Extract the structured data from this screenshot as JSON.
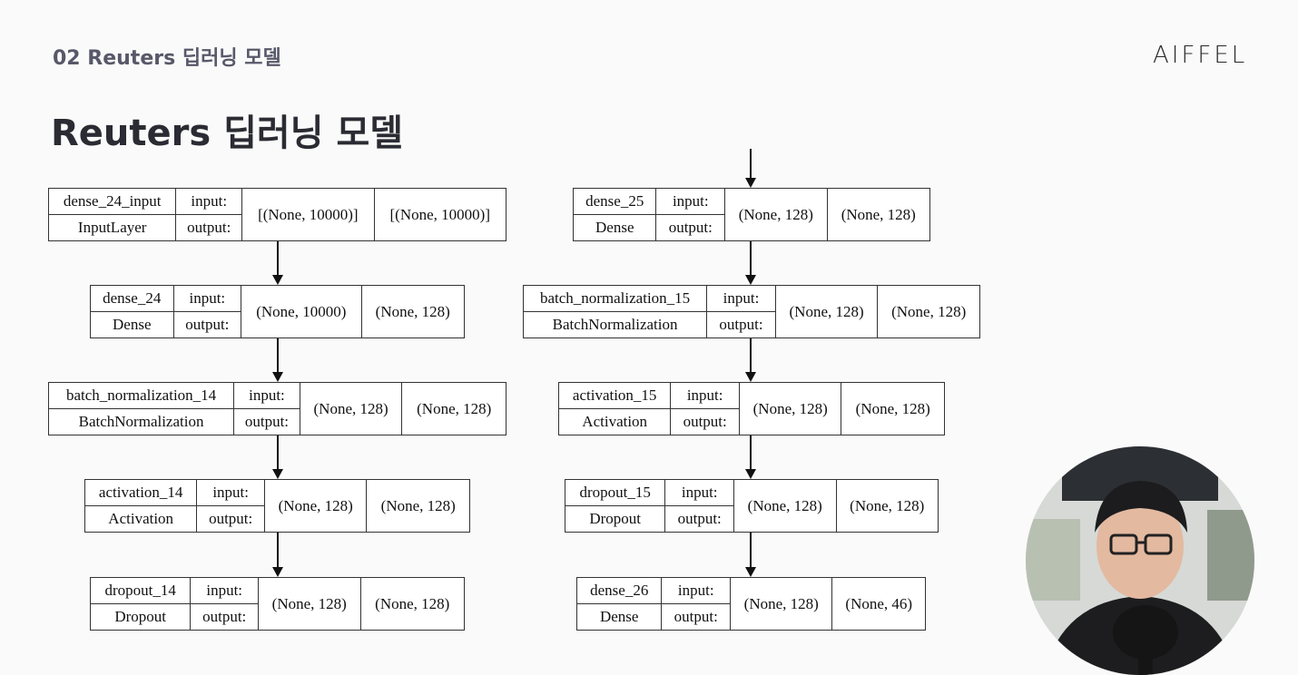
{
  "header": {
    "section_label": "02 Reuters 딥러닝 모델",
    "brand": "AIFFEL",
    "title": "Reuters 딥러닝 모델"
  },
  "diagram": {
    "input_label": "input:",
    "output_label": "output:",
    "left_column": [
      {
        "name": "dense_24_input",
        "type": "InputLayer",
        "input_shape": "[(None, 10000)]",
        "output_shape": "[(None, 10000)]"
      },
      {
        "name": "dense_24",
        "type": "Dense",
        "input_shape": "(None, 10000)",
        "output_shape": "(None, 128)"
      },
      {
        "name": "batch_normalization_14",
        "type": "BatchNormalization",
        "input_shape": "(None, 128)",
        "output_shape": "(None, 128)"
      },
      {
        "name": "activation_14",
        "type": "Activation",
        "input_shape": "(None, 128)",
        "output_shape": "(None, 128)"
      },
      {
        "name": "dropout_14",
        "type": "Dropout",
        "input_shape": "(None, 128)",
        "output_shape": "(None, 128)"
      }
    ],
    "right_column": [
      {
        "name": "dense_25",
        "type": "Dense",
        "input_shape": "(None, 128)",
        "output_shape": "(None, 128)"
      },
      {
        "name": "batch_normalization_15",
        "type": "BatchNormalization",
        "input_shape": "(None, 128)",
        "output_shape": "(None, 128)"
      },
      {
        "name": "activation_15",
        "type": "Activation",
        "input_shape": "(None, 128)",
        "output_shape": "(None, 128)"
      },
      {
        "name": "dropout_15",
        "type": "Dropout",
        "input_shape": "(None, 128)",
        "output_shape": "(None, 128)"
      },
      {
        "name": "dense_26",
        "type": "Dense",
        "input_shape": "(None, 128)",
        "output_shape": "(None, 46)"
      }
    ]
  },
  "colors": {
    "background": "#fafafa",
    "section_label": "#58586a",
    "title": "#2b2b33",
    "node_border": "#333333"
  },
  "icons": [
    "presenter-webcam-icon"
  ]
}
